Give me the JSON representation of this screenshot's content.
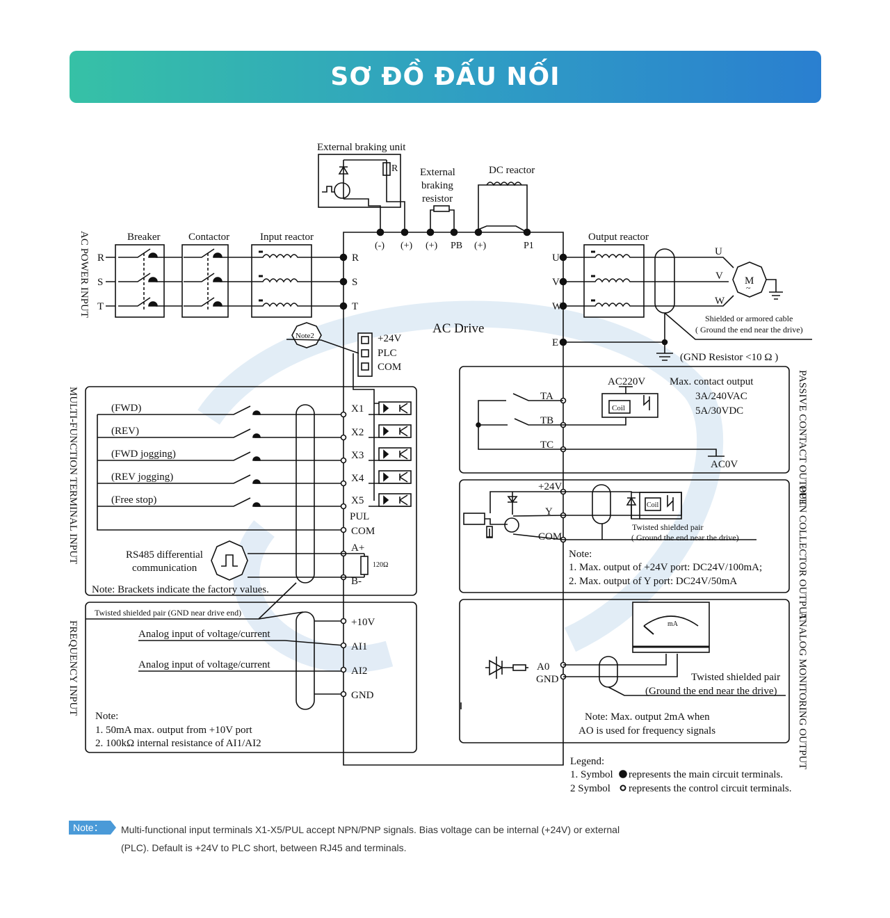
{
  "header": {
    "title": "SƠ ĐỒ ĐẤU NỐI"
  },
  "diagram": {
    "drive": "AC Drive",
    "braking_unit": "External braking unit",
    "braking_unit_r": "R",
    "braking_resistor": [
      "External",
      "braking",
      "resistor"
    ],
    "dc_reactor": "DC reactor",
    "dc_terminals": [
      "(-)",
      "(+)",
      "(+)",
      "PB",
      "(+)",
      "P1"
    ],
    "ac_power_input": "AC POWER INPUT",
    "phases": [
      "R",
      "S",
      "T"
    ],
    "breaker": "Breaker",
    "contactor": "Contactor",
    "input_reactor": "Input reactor",
    "output_reactor": "Output reactor",
    "outputs": [
      "U",
      "V",
      "W"
    ],
    "motor_label": "M",
    "motor_tilde": "~",
    "earth": "E",
    "shielded_cable": "Shielded or armored cable",
    "shielded_cable_note": "( Ground the end near the drive)",
    "gnd_resistor": "(GND Resistor <10 Ω )",
    "note2": "Note2",
    "supply": [
      "+24V",
      "PLC",
      "COM"
    ],
    "multi_function_title": "MULTI-FUNCTION TERMINAL INPUT",
    "di_labels": [
      "(FWD)",
      "(REV)",
      "(FWD jogging)",
      "(REV jogging)",
      "(Free stop)"
    ],
    "di_terminals": [
      "X1",
      "X2",
      "X3",
      "X4",
      "X5",
      "PUL",
      "COM",
      "A+",
      "B-"
    ],
    "rs485": [
      "RS485 differential",
      "communication"
    ],
    "r120": "120Ω",
    "brackets_note": "Note: Brackets indicate the factory values.",
    "twisted_gnd_near": "Twisted shielded pair (GND near drive end)",
    "frequency_title": "FREQUENCY INPUT",
    "analog_input_1": "Analog input of voltage/current",
    "analog_input_2": "Analog input of voltage/current",
    "ai_terminals": [
      "+10V",
      "AI1",
      "AI2",
      "GND"
    ],
    "freq_note": [
      "Note:",
      "1. 50mA max. output from +10V port",
      "2. 100kΩ internal resistance of AI1/AI2"
    ],
    "passive_title": "PASSIVE CONTACT OUTPUT",
    "relay_terminals": [
      "TA",
      "TB",
      "TC"
    ],
    "ac220v": "AC220V",
    "coil": "Coil",
    "max_contact": [
      "Max. contact output",
      "3A/240VAC",
      "5A/30VDC"
    ],
    "ac0v": "AC0V",
    "open_collector_title": "OPEN COLLECTOR OUTPUT",
    "oc_terminals": [
      "+24V",
      "Y",
      "COM"
    ],
    "twisted_pair": "Twisted shielded pair",
    "twisted_pair_note": "( Ground the end near the drive)",
    "oc_note": [
      "Note:",
      "1. Max. output of +24V port: DC24V/100mA;",
      "2. Max. output of Y port: DC24V/50mA"
    ],
    "analog_monitor_title": "ANALOG MONITORING OUTPUT",
    "ao_terminals": [
      "A0",
      "GND"
    ],
    "meter_unit": "mA",
    "twisted_pair_2": "Twisted shielded pair",
    "twisted_pair_2_note": "(Ground the end near the drive)",
    "ao_note": [
      "Note: Max. output 2mA when",
      "AO is used for frequency signals"
    ],
    "legend": [
      "Legend:",
      "1. Symbol",
      "represents the main circuit terminals.",
      "2 Symbol",
      "represents the control circuit terminals."
    ]
  },
  "footer": {
    "note_label": "Note：",
    "note_lines": [
      "Multi-functional input terminals X1-X5/PUL accept NPN/PNP signals. Bias voltage can be internal (+24V) or external",
      "(PLC). Default is +24V to PLC short, between RJ45 and terminals."
    ]
  },
  "colors": {
    "banner_start": "#36c1a6",
    "banner_end": "#2a7fd0",
    "note_tag": "#4a9ad8",
    "watermark": "#dbe8f4"
  }
}
